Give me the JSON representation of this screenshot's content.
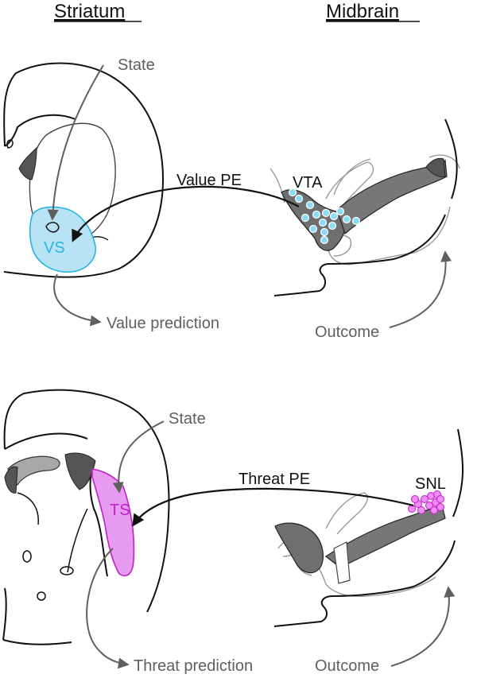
{
  "headers": {
    "left": "Striatum",
    "right": "Midbrain"
  },
  "top_panel": {
    "state": "State",
    "region": "VS",
    "source": "VTA",
    "pe": "Value PE",
    "prediction": "Value prediction",
    "outcome": "Outcome"
  },
  "bottom_panel": {
    "state": "State",
    "region": "TS",
    "source": "SNL",
    "pe": "Threat PE",
    "prediction": "Threat prediction",
    "outcome": "Outcome"
  },
  "colors": {
    "value": "#28b4e0",
    "value_fill": "#b7e3f5",
    "threat": "#c020c8",
    "threat_fill": "#e79bf0",
    "dark_tissue": "#555555",
    "mid_tissue": "#8a8a8a",
    "arrow_gray": "#5f5f5f"
  }
}
